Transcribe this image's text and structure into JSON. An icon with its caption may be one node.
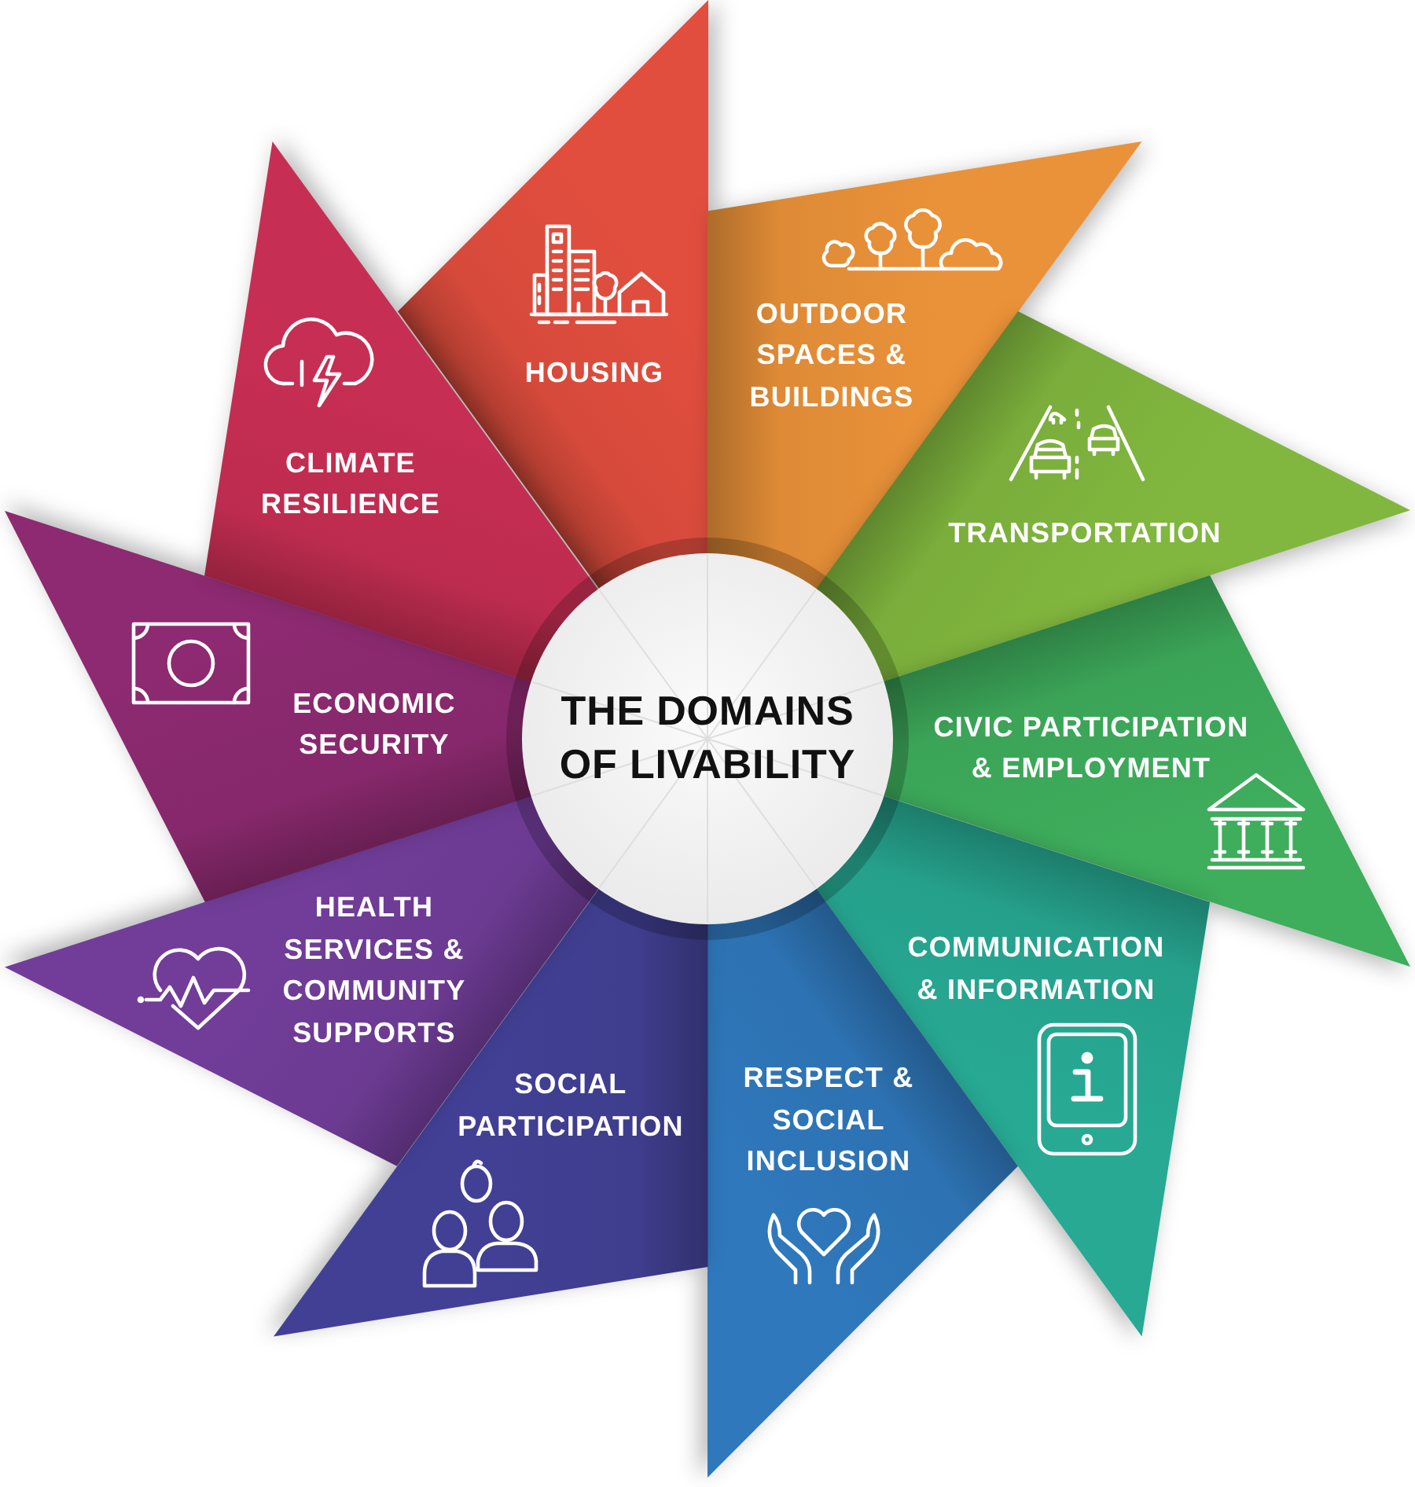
{
  "diagram": {
    "nodes": [
      {
        "text": [
          "THE DOMAINS OF LIVABILITY"
        ]
      },
      {
        "text": [
          "HOUSING"
        ]
      },
      {
        "text": [
          "OUTDOOR SPACES & BUILDINGS"
        ]
      },
      {
        "text": [
          "TRANSPORTATION"
        ]
      },
      {
        "text": [
          "CIVIC PARTICIPATION & EMPLOYMENT"
        ]
      },
      {
        "text": [
          "COMMUNICATION & INFORMATION"
        ]
      },
      {
        "text": [
          "RESPECT & SOCIAL INCLUSION"
        ]
      },
      {
        "text": [
          "SOCIAL PARTICIPATION"
        ]
      },
      {
        "text": [
          "HEALTH SERVICES & COMMUNITY SUPPORTS"
        ]
      },
      {
        "text": [
          "ECONOMIC SECURITY"
        ]
      },
      {
        "text": [
          "CLIMATE RESILIENCE"
        ]
      }
    ]
  }
}
